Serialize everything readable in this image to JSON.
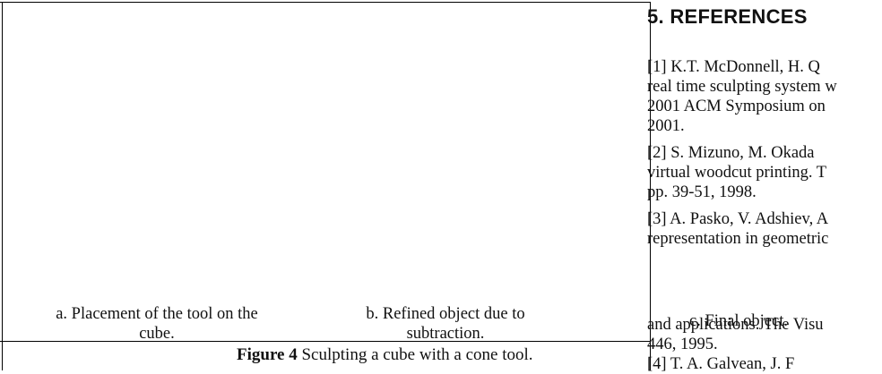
{
  "figure": {
    "captions": {
      "a": "a. Placement of the tool on the cube.",
      "a_line1": "a. Placement of the tool on the",
      "a_line2": "cube.",
      "b_line1": "b. Refined object due to",
      "b_line2": "subtraction.",
      "c": "c. Final object."
    },
    "figure_label": "Figure 4",
    "figure_text": "Sculpting a cube with a cone tool."
  },
  "references": {
    "heading": "5. REFERENCES",
    "ref1_l1": "[1] K.T. McDonnell, H. Q",
    "ref1_l2": "real time sculpting system w",
    "ref1_l3": "2001 ACM Symposium on",
    "ref1_l4": "2001.",
    "ref2_l1": "[2] S. Mizuno, M. Okada",
    "ref2_l2": "virtual woodcut printing. T",
    "ref2_l3": "pp. 39-51, 1998.",
    "ref3_l1": "[3] A. Pasko, V. Adshiev, A",
    "ref3_l2": "representation in geometric",
    "ref3_l3": "and applications. The Visu",
    "ref3_l4": "446, 1995.",
    "ref4_l1": "[4] T. A. Galvean, J. F"
  },
  "colors": {
    "object": "#6b6bbf",
    "object_dark": "#4a4a8e",
    "object_top": "#42425e",
    "wire": "#9a9a9a"
  }
}
